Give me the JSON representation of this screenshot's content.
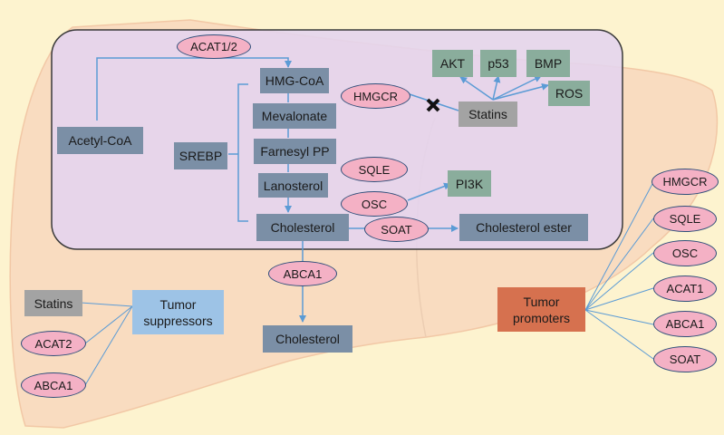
{
  "cell": {
    "pathway": {
      "acetyl_coa": "Acetyl-CoA",
      "hmg_coa": "HMG-CoA",
      "mevalonate": "Mevalonate",
      "farnesyl_pp": "Farnesyl PP",
      "lanosterol": "Lanosterol",
      "cholesterol": "Cholesterol",
      "cholesterol_ester": "Cholesterol  ester",
      "srebp": "SREBP",
      "cholesterol_out": "Cholesterol"
    },
    "enzymes": {
      "acat12": "ACAT1/2",
      "hmgcr": "HMGCR",
      "sqle": "SQLE",
      "osc": "OSC",
      "soat": "SOAT",
      "abca1": "ABCA1"
    },
    "statins_targets": {
      "statins": "Statins",
      "akt": "AKT",
      "p53": "p53",
      "bmp": "BMP",
      "ros": "ROS",
      "pi3k": "PI3K"
    }
  },
  "suppressors": {
    "title": "Tumor suppressors",
    "items": [
      "Statins",
      "ACAT2",
      "ABCA1"
    ]
  },
  "promoters": {
    "title": "Tumor promoters",
    "items": [
      "HMGCR",
      "SQLE",
      "OSC",
      "ACAT1",
      "ABCA1",
      "SOAT"
    ]
  },
  "colors": {
    "background": "#fdf3cf",
    "liver": "#f9dcc0",
    "cell": "#e4d4ef",
    "metabolite": "#7b8fa6",
    "target": "#8aad9c",
    "enzyme": "#f4b1c5",
    "suppressor": "#9dc3e6",
    "promoter": "#d6714f",
    "arrow": "#5b9bd5"
  }
}
